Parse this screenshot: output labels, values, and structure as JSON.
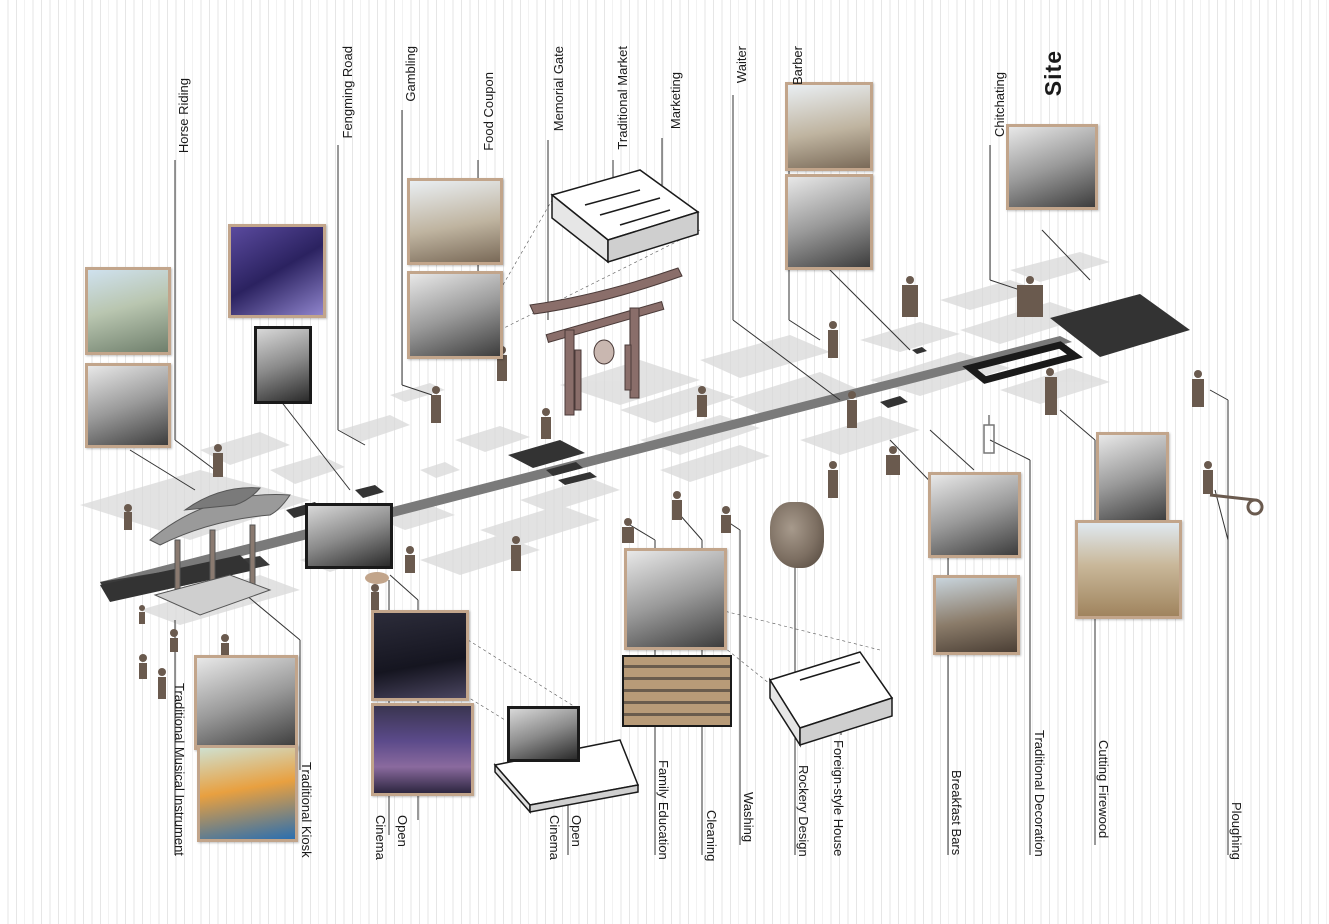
{
  "diagram": {
    "heading": "Site",
    "labels_top": [
      {
        "text": "Horse Riding"
      },
      {
        "text": "Fengming Road"
      },
      {
        "text": "Gambling"
      },
      {
        "text": "Food Coupon"
      },
      {
        "text": "Memorial Gate"
      },
      {
        "text": "Traditional Market"
      },
      {
        "text": "Marketing"
      },
      {
        "text": "Waiter"
      },
      {
        "text": "Barber"
      },
      {
        "text": "Chitchating"
      }
    ],
    "labels_bottom": [
      {
        "text": "Traditional Musical Instrument"
      },
      {
        "text": "Traditional Kiosk"
      },
      {
        "text": "Cinema"
      },
      {
        "text": "Open"
      },
      {
        "text": "Cinema"
      },
      {
        "text": "Open"
      },
      {
        "text": "Family Education"
      },
      {
        "text": "Cleaning"
      },
      {
        "text": "Washing"
      },
      {
        "text": "Rockery Design"
      },
      {
        "text": "Foreign-style House"
      },
      {
        "text": "Breakfast Bars"
      },
      {
        "text": "Traditional Decoration"
      },
      {
        "text": "Cutting Firewood"
      },
      {
        "text": "Ploughing"
      }
    ],
    "colors": {
      "ink": "#1a1a1a",
      "photo_frame": "#c2a58b",
      "gate": "#8a6e6a",
      "block_dark": "#333333",
      "block_light": "#d9d9d9",
      "road": "#777777",
      "background_stripe": "#e6e6e6"
    }
  }
}
